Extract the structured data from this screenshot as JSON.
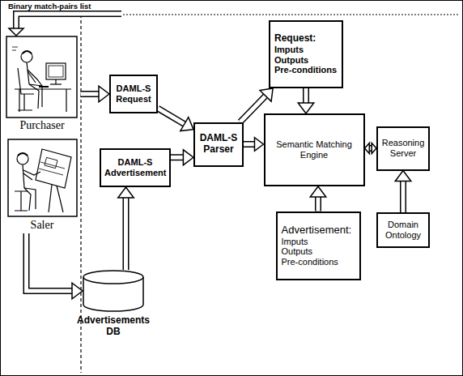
{
  "diagram": {
    "nodes": [
      {
        "text": [
          "Purchaser"
        ]
      },
      {
        "text": [
          "DAML-S Request"
        ]
      },
      {
        "text": [
          "Saler"
        ]
      },
      {
        "text": [
          "DAML-S Advertisement"
        ]
      },
      {
        "text": [
          "Advertisements DB"
        ]
      },
      {
        "text": [
          "DAML-S Parser"
        ]
      },
      {
        "text": [
          "Request:",
          "Imputs",
          "Outputs",
          "Pre-conditions"
        ]
      },
      {
        "text": [
          "Semantic Matching Engine"
        ]
      },
      {
        "text": [
          "Reasoning Server"
        ]
      },
      {
        "text": [
          "Advertisement:",
          "Imputs",
          "Outputs",
          "Pre-conditions"
        ]
      },
      {
        "text": [
          "Domain Ontology"
        ]
      }
    ],
    "edges": [
      {
        "from": 0,
        "to": 1,
        "arrow": "to"
      },
      {
        "from": 2,
        "to": 4,
        "arrow": "to"
      },
      {
        "from": 4,
        "to": 3,
        "arrow": "to"
      },
      {
        "from": 1,
        "to": 5,
        "arrow": "to"
      },
      {
        "from": 3,
        "to": 5,
        "arrow": "to"
      },
      {
        "from": 5,
        "to": 6,
        "arrow": "to"
      },
      {
        "from": 5,
        "to": 7,
        "arrow": "to"
      },
      {
        "from": 6,
        "to": 7,
        "arrow": "to"
      },
      {
        "from": 9,
        "to": 7,
        "arrow": "to"
      },
      {
        "from": 7,
        "to": 8,
        "arrow": "both"
      },
      {
        "from": 10,
        "to": 8,
        "arrow": "to"
      }
    ],
    "labels": [
      "Binary match-pairs list"
    ]
  }
}
